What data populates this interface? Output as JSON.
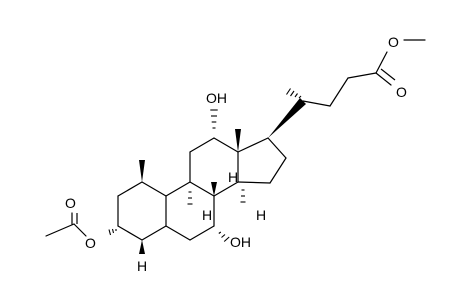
{
  "molecule": {
    "labels": {
      "oh_12": "OH",
      "oh_7": "OH",
      "o_acetate_ester": "O",
      "o_acetate_carbonyl": "O",
      "o_methyl_ester": "O",
      "o_methyl_carbonyl": "O",
      "h_5": "H",
      "h_8": "H",
      "h_9": "H",
      "h_14": "H"
    }
  }
}
